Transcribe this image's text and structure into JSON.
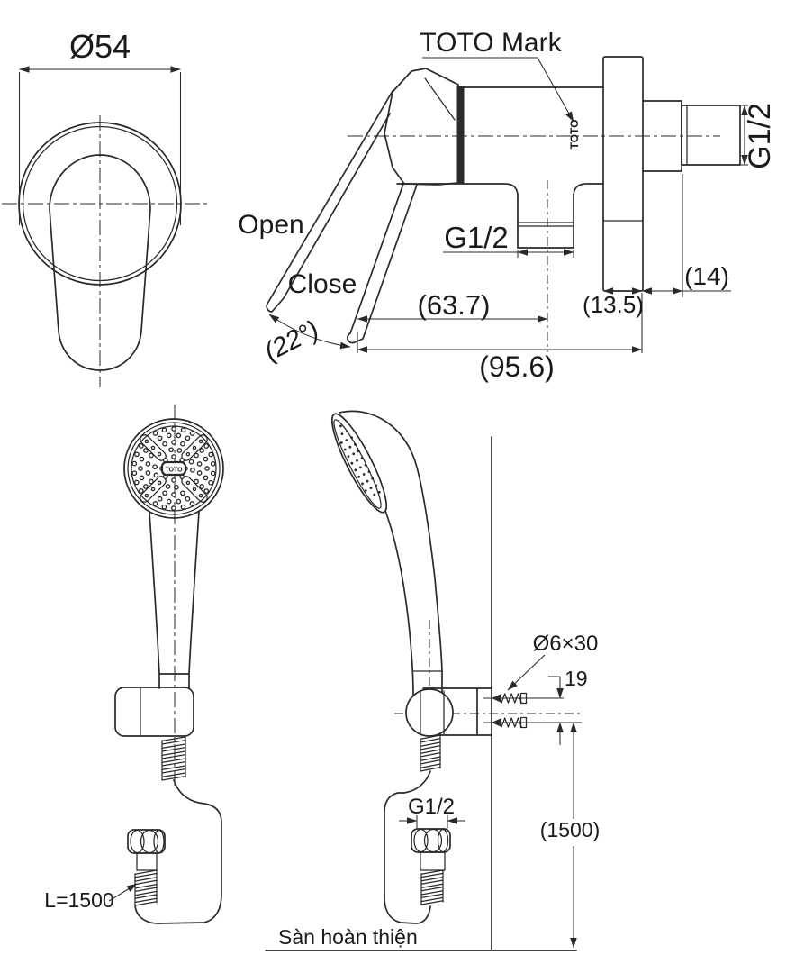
{
  "drawing": {
    "handle_front": {
      "diameter_label": "Ø54"
    },
    "valve_side": {
      "toto_mark_label": "TOTO Mark",
      "toto_engraving": "TOTO",
      "open_label": "Open",
      "close_label": "Close",
      "angle_label": "(22°)",
      "outlet_thread_label": "G1/2",
      "inlet_thread_label": "G1/2",
      "dim_lever_to_outlet": "(63.7)",
      "dim_total_depth": "(95.6)",
      "dim_flange_depth": "(13.5)",
      "dim_shank_length": "(14)"
    },
    "handshower_front": {
      "badge_label": "TOTO",
      "hose_length_label": "L=1500"
    },
    "handshower_side": {
      "screw_size_label": "Ø6×30",
      "screw_pitch_label": "19",
      "hose_thread_label": "G1/2",
      "mount_height_label": "(1500)",
      "floor_label": "Sàn hoàn thiện"
    },
    "colors": {
      "line": "#2a2a2a",
      "background": "#ffffff"
    }
  }
}
